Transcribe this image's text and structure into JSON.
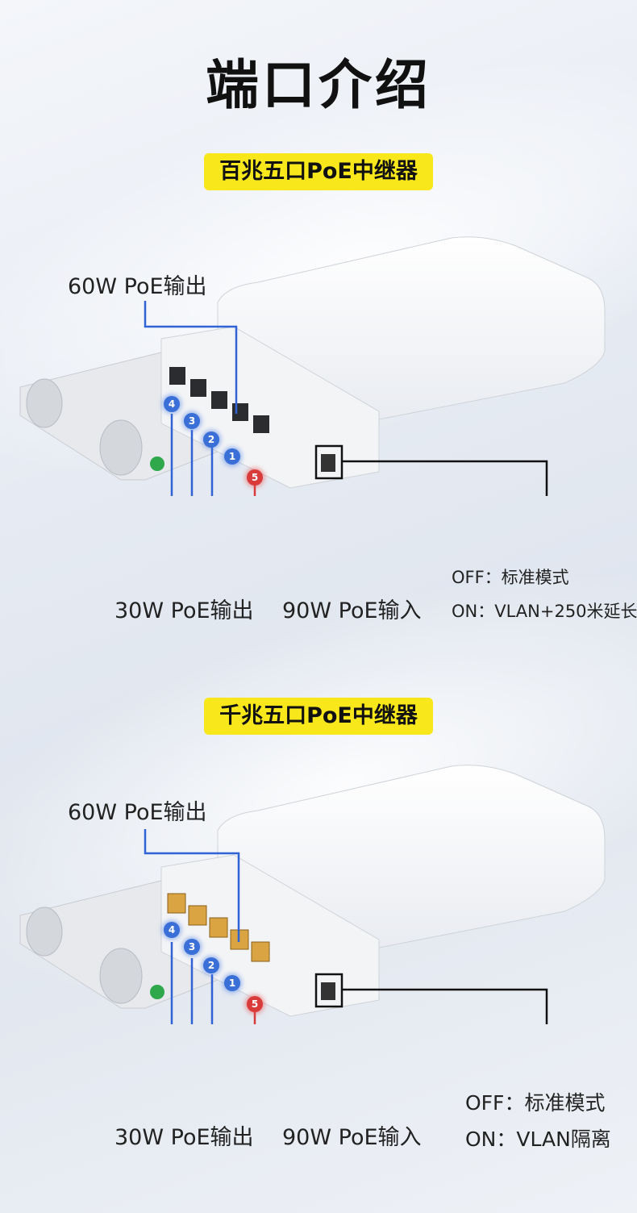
{
  "page": {
    "title": "端口介绍"
  },
  "sections": [
    {
      "badge": "百兆五口PoE中继器",
      "label_out60": "60W PoE输出",
      "label_out30": "30W PoE输出",
      "label_in90": "90W PoE输入",
      "switch_off": "OFF：标准模式",
      "switch_on": "ON：VLAN+250米延长",
      "ports": [
        "1",
        "2",
        "3",
        "4",
        "5"
      ]
    },
    {
      "badge": "千兆五口PoE中继器",
      "label_out60": "60W PoE输出",
      "label_out30": "30W PoE输出",
      "label_in90": "90W PoE输入",
      "switch_off": "OFF：标准模式",
      "switch_on": "ON：VLAN隔离",
      "ports": [
        "1",
        "2",
        "3",
        "4",
        "5"
      ]
    }
  ],
  "colors": {
    "badge": "#f7e71b",
    "blue_line": "#2f63d6",
    "red_line": "#d83a3a",
    "black_line": "#111111"
  }
}
